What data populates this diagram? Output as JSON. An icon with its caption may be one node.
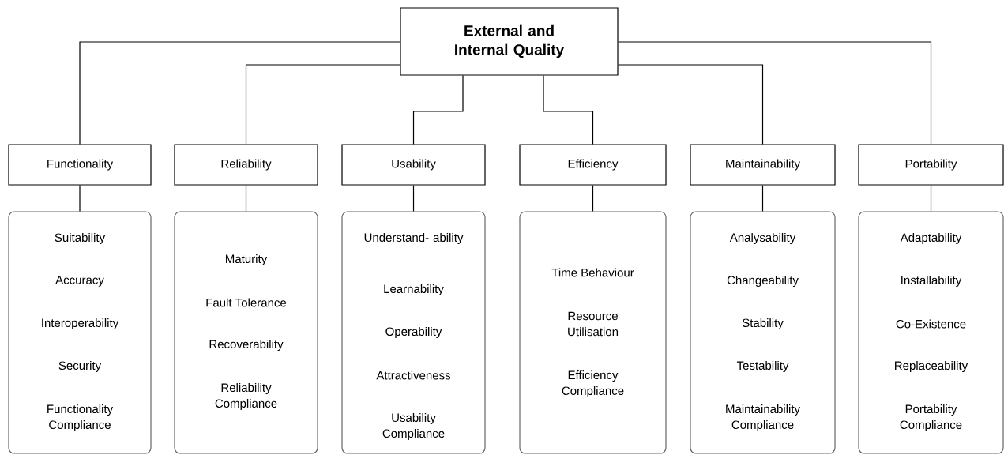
{
  "diagram": {
    "nodes": [
      {
        "text": [
          "External and Internal Quality"
        ]
      },
      {
        "text": [
          "Functionality"
        ]
      },
      {
        "text": [
          "Reliability"
        ]
      },
      {
        "text": [
          "Usability"
        ]
      },
      {
        "text": [
          "Efficiency"
        ]
      },
      {
        "text": [
          "Maintainability"
        ]
      },
      {
        "text": [
          "Portability"
        ]
      },
      {
        "text": [
          "Suitability",
          "Accuracy",
          "Interoperability",
          "Security",
          "Functionality Compliance"
        ]
      },
      {
        "text": [
          "Maturity",
          "Fault Tolerance",
          "Recoverability",
          "Reliability Compliance"
        ]
      },
      {
        "text": [
          "Understand- ability",
          "Learnability",
          "Operability",
          "Attractiveness",
          "Usability Compliance"
        ]
      },
      {
        "text": [
          "Time Behaviour",
          "Resource Utilisation",
          "Efficiency Compliance"
        ]
      },
      {
        "text": [
          "Analysability",
          "Changeability",
          "Stability",
          "Testability",
          "Maintainability Compliance"
        ]
      },
      {
        "text": [
          "Adaptability",
          "Installability",
          "Co-Existence",
          "Replaceability",
          "Portability Compliance"
        ]
      }
    ],
    "edges": [
      {
        "from": 0,
        "to": 1,
        "arrow": "none"
      },
      {
        "from": 0,
        "to": 2,
        "arrow": "none"
      },
      {
        "from": 0,
        "to": 3,
        "arrow": "none"
      },
      {
        "from": 0,
        "to": 4,
        "arrow": "none"
      },
      {
        "from": 0,
        "to": 5,
        "arrow": "none"
      },
      {
        "from": 0,
        "to": 6,
        "arrow": "none"
      },
      {
        "from": 1,
        "to": 7,
        "arrow": "none"
      },
      {
        "from": 2,
        "to": 8,
        "arrow": "none"
      },
      {
        "from": 3,
        "to": 9,
        "arrow": "none"
      },
      {
        "from": 4,
        "to": 10,
        "arrow": "none"
      },
      {
        "from": 5,
        "to": 11,
        "arrow": "none"
      },
      {
        "from": 6,
        "to": 12,
        "arrow": "none"
      }
    ]
  }
}
